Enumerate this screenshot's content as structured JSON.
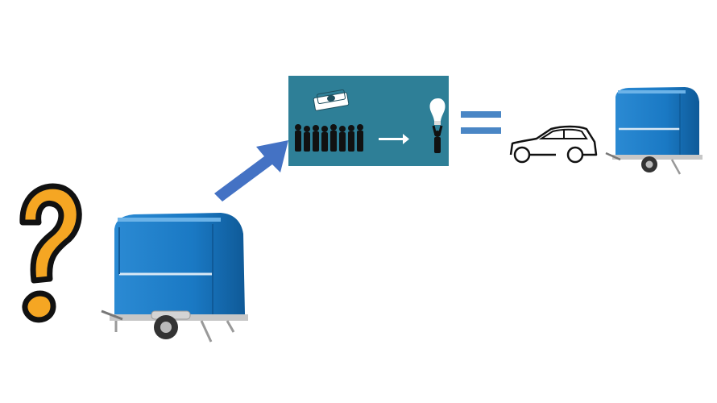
{
  "diagram": {
    "colors": {
      "background": "#ffffff",
      "trailer_body": "#1a79c4",
      "trailer_dark": "#0f5a98",
      "panel": "#2e7f97",
      "arrow": "#4472c4",
      "equals": "#4a86c5",
      "question_fill": "#f5a623",
      "outline": "#111111"
    },
    "nodes": [
      {
        "id": "question",
        "icon": "question-mark-icon"
      },
      {
        "id": "trailer-large",
        "icon": "food-trailer-image"
      },
      {
        "id": "crowdfunding-panel",
        "icons": [
          "banknote-icon",
          "crowd-silhouette-icon",
          "white-arrow-icon",
          "person-holding-lightbulb-icon"
        ]
      },
      {
        "id": "equals",
        "icon": "equals-sign-icon"
      },
      {
        "id": "car",
        "icon": "car-outline-icon"
      },
      {
        "id": "trailer-small",
        "icon": "food-trailer-image"
      }
    ]
  }
}
